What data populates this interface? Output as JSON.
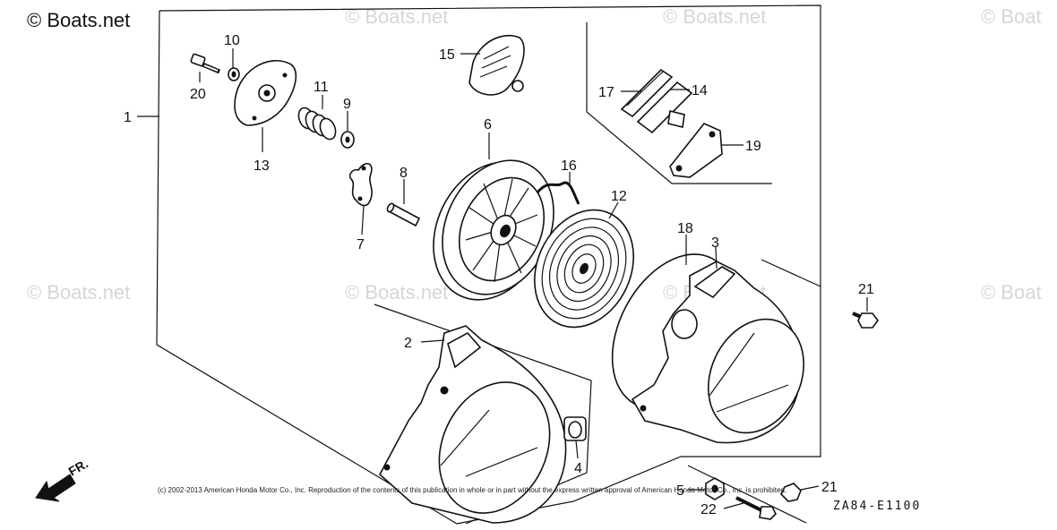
{
  "watermarks": {
    "top_left": "© Boats.net",
    "repeat": "© Boats.net",
    "right_edge": "© Boat"
  },
  "fr_label": "FR.",
  "copyright": "(c) 2002-2013 American Honda Motor Co., Inc. Reproduction of the contents of this publication in whole or in part without the express written approval of American Honda Motor Co., Inc. is prohibited.",
  "diagram_code": "ZA84-E1100",
  "callouts": {
    "c1": "1",
    "c2": "2",
    "c3": "3",
    "c4": "4",
    "c5": "5",
    "c6": "6",
    "c7": "7",
    "c8": "8",
    "c9": "9",
    "c10": "10",
    "c11": "11",
    "c12": "12",
    "c13": "13",
    "c14": "14",
    "c15": "15",
    "c16": "16",
    "c17": "17",
    "c18": "18",
    "c19": "19",
    "c20": "20",
    "c21a": "21",
    "c21b": "21",
    "c22": "22"
  }
}
